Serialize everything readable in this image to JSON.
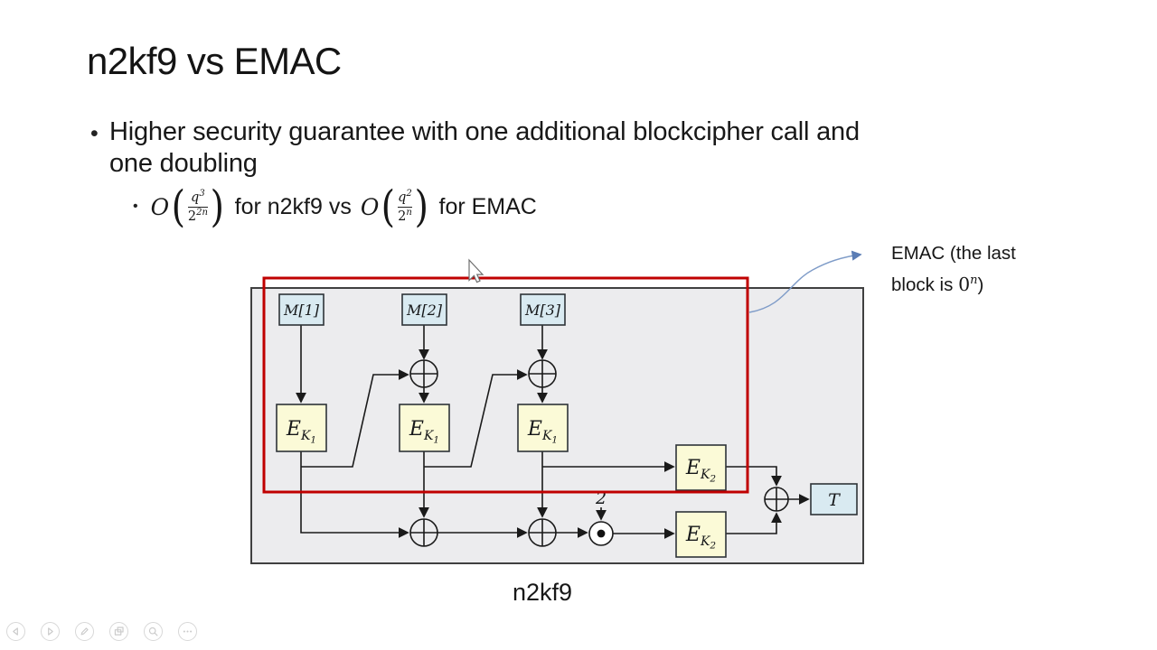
{
  "slide": {
    "title": "n2kf9 vs EMAC",
    "bullet": {
      "marker": "•",
      "line1": "Higher security guarantee with one additional blockcipher call and",
      "line2": "one doubling"
    },
    "sub_bullet": {
      "marker": "•",
      "big_o": "O",
      "lparen": "(",
      "rparen": ")",
      "frac1": {
        "num_base": "q",
        "num_sup": "3",
        "den_base": "2",
        "den_sup": "2n"
      },
      "mid_text": "for n2kf9 vs",
      "frac2": {
        "num_base": "q",
        "num_sup": "2",
        "den_base": "2",
        "den_sup": "n"
      },
      "tail_text": "for EMAC"
    },
    "annotation": {
      "line1": "EMAC (the last",
      "line2_pre": "block is ",
      "line2_zero": "0",
      "line2_sup": "n",
      "line2_post": ")"
    },
    "diagram": {
      "caption": "n2kf9",
      "m_labels": [
        "M[1]",
        "M[2]",
        "M[3]"
      ],
      "ek1": {
        "base": "E",
        "sub": "K",
        "subsub": "1"
      },
      "ek2": {
        "base": "E",
        "sub": "K",
        "subsub": "2"
      },
      "t_label": "T",
      "double_label": "2"
    },
    "colors": {
      "highlight_red": "#c00000",
      "panel_fill": "#ececee",
      "panel_border": "#404040",
      "message_block_fill": "#d9eaf1",
      "cipher_block_fill": "#fbfad7",
      "block_border": "#2e3338",
      "wire": "#1a1a1a",
      "annotation_arrow": "#7f9cc8"
    }
  },
  "controls": [
    {
      "name": "previous-slide",
      "icon": "left-triangle-icon"
    },
    {
      "name": "next-slide",
      "icon": "right-triangle-icon"
    },
    {
      "name": "pen-tools",
      "icon": "pen-icon"
    },
    {
      "name": "see-all-slides",
      "icon": "slides-icon"
    },
    {
      "name": "zoom-slide",
      "icon": "magnifier-icon"
    },
    {
      "name": "more-options",
      "icon": "ellipsis-icon"
    }
  ]
}
